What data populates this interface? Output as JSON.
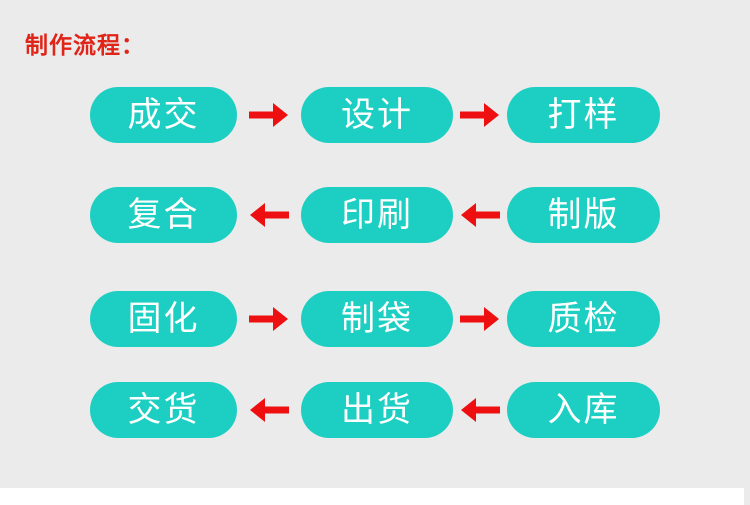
{
  "title": "制作流程：",
  "colors": {
    "teal": "#1DCFC2",
    "arrow": "#EE1010",
    "title": "#E02418",
    "bg": "#EBEBEB",
    "strip": "#FFFFFF"
  },
  "flow": {
    "rows": [
      {
        "direction": "right",
        "steps": [
          "成交",
          "设计",
          "打样"
        ]
      },
      {
        "direction": "left",
        "steps": [
          "复合",
          "印刷",
          "制版"
        ]
      },
      {
        "direction": "right",
        "steps": [
          "固化",
          "制袋",
          "质检"
        ]
      },
      {
        "direction": "left",
        "steps": [
          "交货",
          "出货",
          "入库"
        ]
      }
    ]
  }
}
